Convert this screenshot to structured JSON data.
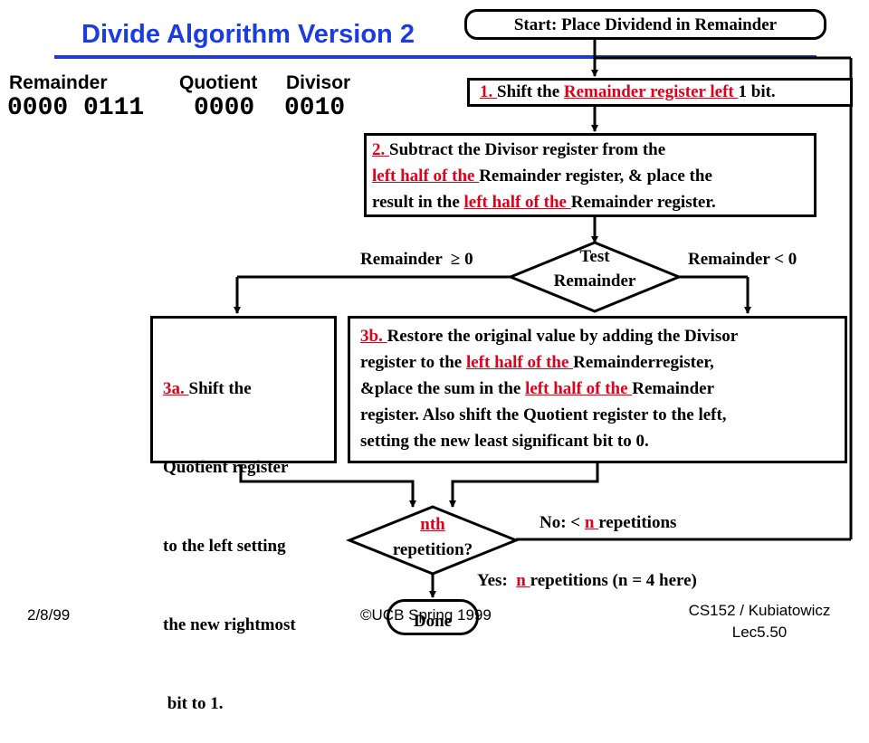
{
  "title": "Divide Algorithm Version 2",
  "registers": {
    "remainder_label": "Remainder",
    "quotient_label": "Quotient",
    "divisor_label": "Divisor",
    "remainder_value": "0000 0111",
    "quotient_value": "0000",
    "divisor_value": "0010"
  },
  "start": "Start: Place Dividend in Remainder",
  "step1": {
    "num": "1. ",
    "pre": "Shift the ",
    "red": "Remainder register left ",
    "post": "1 bit."
  },
  "step2": {
    "num": "2. ",
    "line1": "Subtract the Divisor register from the",
    "red1": "left half of the ",
    "line2": "Remainder register, & place the",
    "line3_pre": "result in the ",
    "red2": "left half of the ",
    "line3_post": "Remainder register."
  },
  "test": {
    "line1": "Test",
    "line2": "Remainder"
  },
  "branch_ge": "Remainder  ≥ 0",
  "branch_lt": "Remainder < 0",
  "step3a": {
    "num": "3a. ",
    "line1": "Shift the",
    "line2": "Quotient register",
    "line3": "to the left setting",
    "line4": "the new rightmost",
    "line5": " bit to 1."
  },
  "step3b": {
    "num": "3b. ",
    "line1": "Restore the original value by adding the Divisor",
    "line2_pre": "register to the ",
    "red1": "left half of the ",
    "line2_post": "Remainderregister,",
    "line3_pre": "&place the sum in the ",
    "red2": "left half of the ",
    "line3_post": "Remainder",
    "line4": "register. Also shift the Quotient register to the left,",
    "line5": "setting the new least significant bit to 0."
  },
  "nth": {
    "red": "nth",
    "line2": "repetition?"
  },
  "no_label": {
    "pre": "No: < ",
    "red": "n ",
    "post": "repetitions"
  },
  "yes_label": {
    "pre": "Yes:  ",
    "red": "n ",
    "post": "repetitions (n = 4 here)"
  },
  "done": "Done",
  "footer": {
    "date": "2/8/99",
    "copyright": "©UCB Spring 1999",
    "course": "CS152 / Kubiatowicz",
    "lecture": "Lec5.50"
  },
  "colors": {
    "title": "#1a3ce0",
    "highlight": "#e0001b",
    "arrow": "#000000"
  }
}
